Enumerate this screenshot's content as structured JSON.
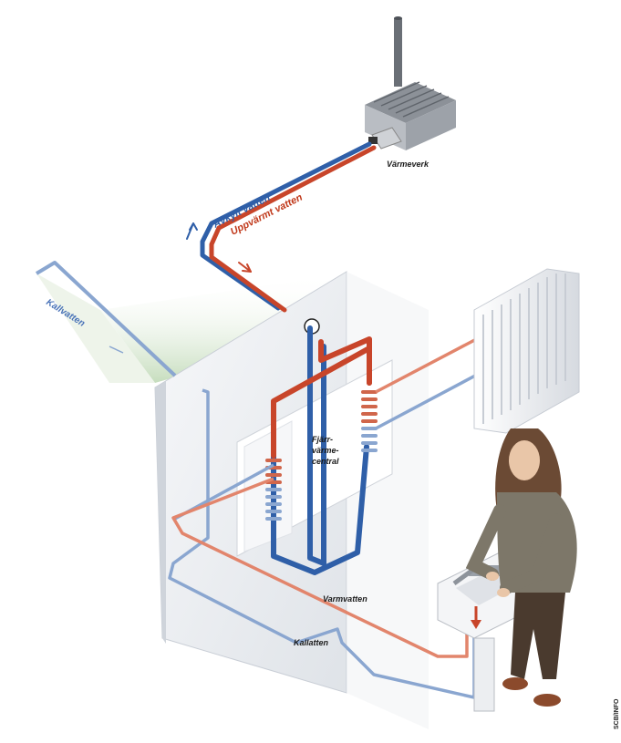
{
  "labels": {
    "plant": "Värmeverk",
    "return_pipe": "Avkylt vatten",
    "supply_pipe": "Uppvärmt vatten",
    "cold_inlet": "Kallvatten",
    "substation_line1": "Fjärr-",
    "substation_line2": "värme-",
    "substation_line3": "central",
    "hot_tap_water": "Varmvatten",
    "cold_tap_water": "Kallatten",
    "credit": "SCB/INFO"
  },
  "colors": {
    "hot": "#c8452a",
    "hot_light": "#e2856c",
    "cold": "#2f5fa8",
    "cold_light": "#8aa6d0",
    "wall": "#eef0f3",
    "grass": "#cfe3c6"
  }
}
